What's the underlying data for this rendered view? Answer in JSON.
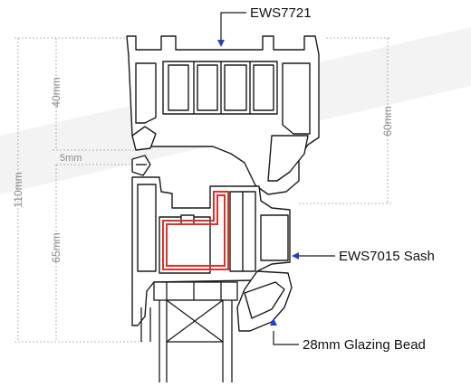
{
  "callouts": {
    "top": "EWS7721",
    "sash": "EWS7015 Sash",
    "bead": "28mm Glazing Bead"
  },
  "dimensions": {
    "overall": "110mm",
    "upper": "40mm",
    "gap": "5mm",
    "lower": "65mm",
    "frame_right": "60mm"
  },
  "colors": {
    "line": "#1a1a1a",
    "dim": "#9a9a9a",
    "arrow": "#1f3fd0",
    "reinforcement": "#e0302a",
    "background_band": "#efefef"
  }
}
